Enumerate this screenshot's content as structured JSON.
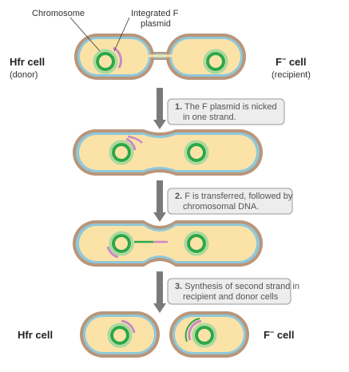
{
  "labels": {
    "chromosome": "Chromosome",
    "integrated_f_line1": "Integrated F",
    "integrated_f_line2": "plasmid"
  },
  "cells": {
    "donor_title": "Hfr cell",
    "donor_sub": "(donor)",
    "recipient_title_base": "F",
    "recipient_title_sup": "−",
    "recipient_title_rest": " cell",
    "recipient_sub": "(recipient)",
    "final_left": "Hfr cell",
    "final_right_base": "F",
    "final_right_sup": "−",
    "final_right_rest": " cell"
  },
  "steps": [
    {
      "num": "1.",
      "line1": " The F plasmid is nicked",
      "line2": "in one strand."
    },
    {
      "num": "2.",
      "line1": " F is transferred, followed by",
      "line2": "chromosomal DNA."
    },
    {
      "num": "3.",
      "line1": " Synthesis of second strand in",
      "line2": "recipient and donor cells"
    }
  ],
  "colors": {
    "wall_outer": "#b9967a",
    "wall_blue": "#8fc8da",
    "cytoplasm": "#fbe3a8",
    "dna_green": "#2aa84a",
    "dna_light": "#a6d9a0",
    "plasmid_pink": "#c98ac3",
    "arrow": "#7a7a7a",
    "step_box": "#ededed",
    "step_border": "#9a9a9a"
  }
}
